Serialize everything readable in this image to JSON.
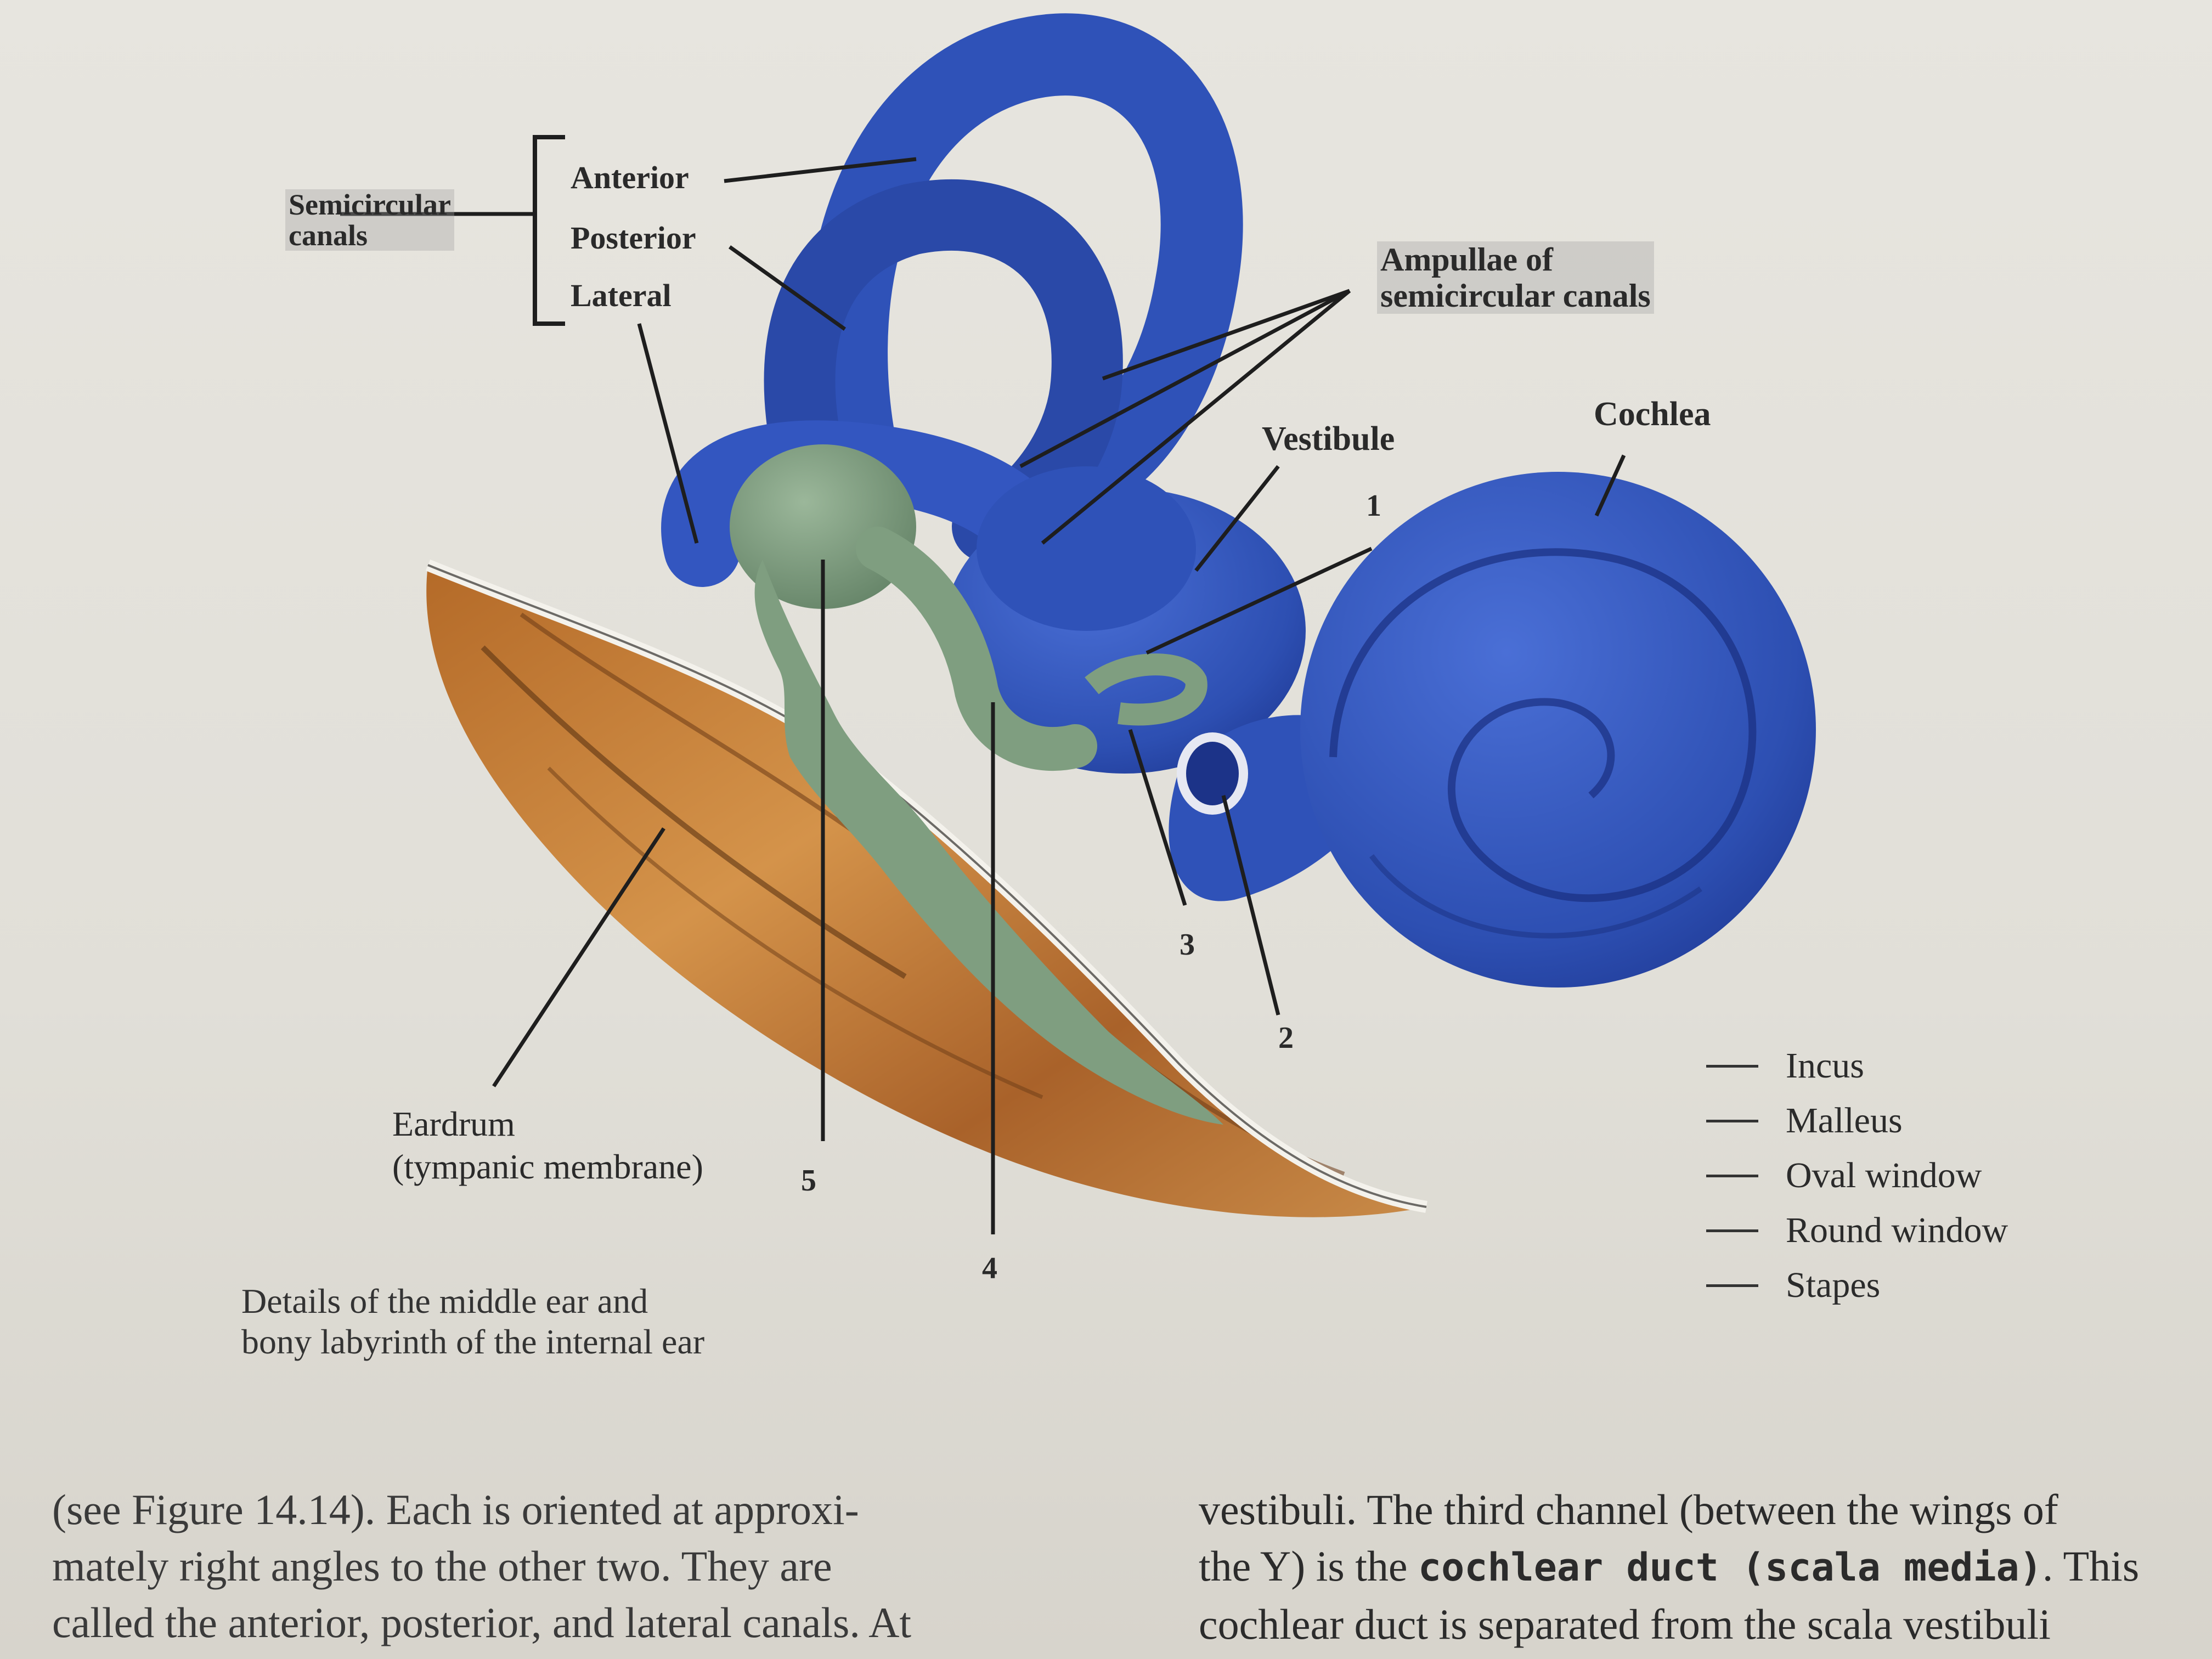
{
  "labels": {
    "semicircular_canals": [
      "Semicircular",
      "canals"
    ],
    "anterior": "Anterior",
    "posterior": "Posterior",
    "lateral": "Lateral",
    "ampullae": [
      "Ampullae of",
      "semicircular canals"
    ],
    "vestibule": "Vestibule",
    "cochlea": "Cochlea",
    "eardrum": [
      "Eardrum",
      "(tympanic membrane)"
    ],
    "numbers": [
      "1",
      "2",
      "3",
      "4",
      "5"
    ]
  },
  "legend": [
    "Incus",
    "Malleus",
    "Oval window",
    "Round window",
    "Stapes"
  ],
  "caption": [
    "Details of the middle ear and",
    "bony labyrinth of the internal ear"
  ],
  "body_text": {
    "left_lines": [
      "(see Figure 14.14). Each is oriented at approxi-",
      "mately right angles to the other two. They are",
      "called the anterior, posterior, and lateral canals. At"
    ],
    "right_line_1": "vestibuli. The third channel (between the wings of",
    "right_line_2_a": "the Y) is the ",
    "right_line_2_bold": "cochlear duct (scala media)",
    "right_line_2_b": ". This",
    "right_line_3": "cochlear duct is separated from the scala vestibuli"
  },
  "colors": {
    "labyrinth_blue": "#2f52b8",
    "ossicle_green": "#7f9e80",
    "eardrum_brown": "#c27f3a"
  }
}
